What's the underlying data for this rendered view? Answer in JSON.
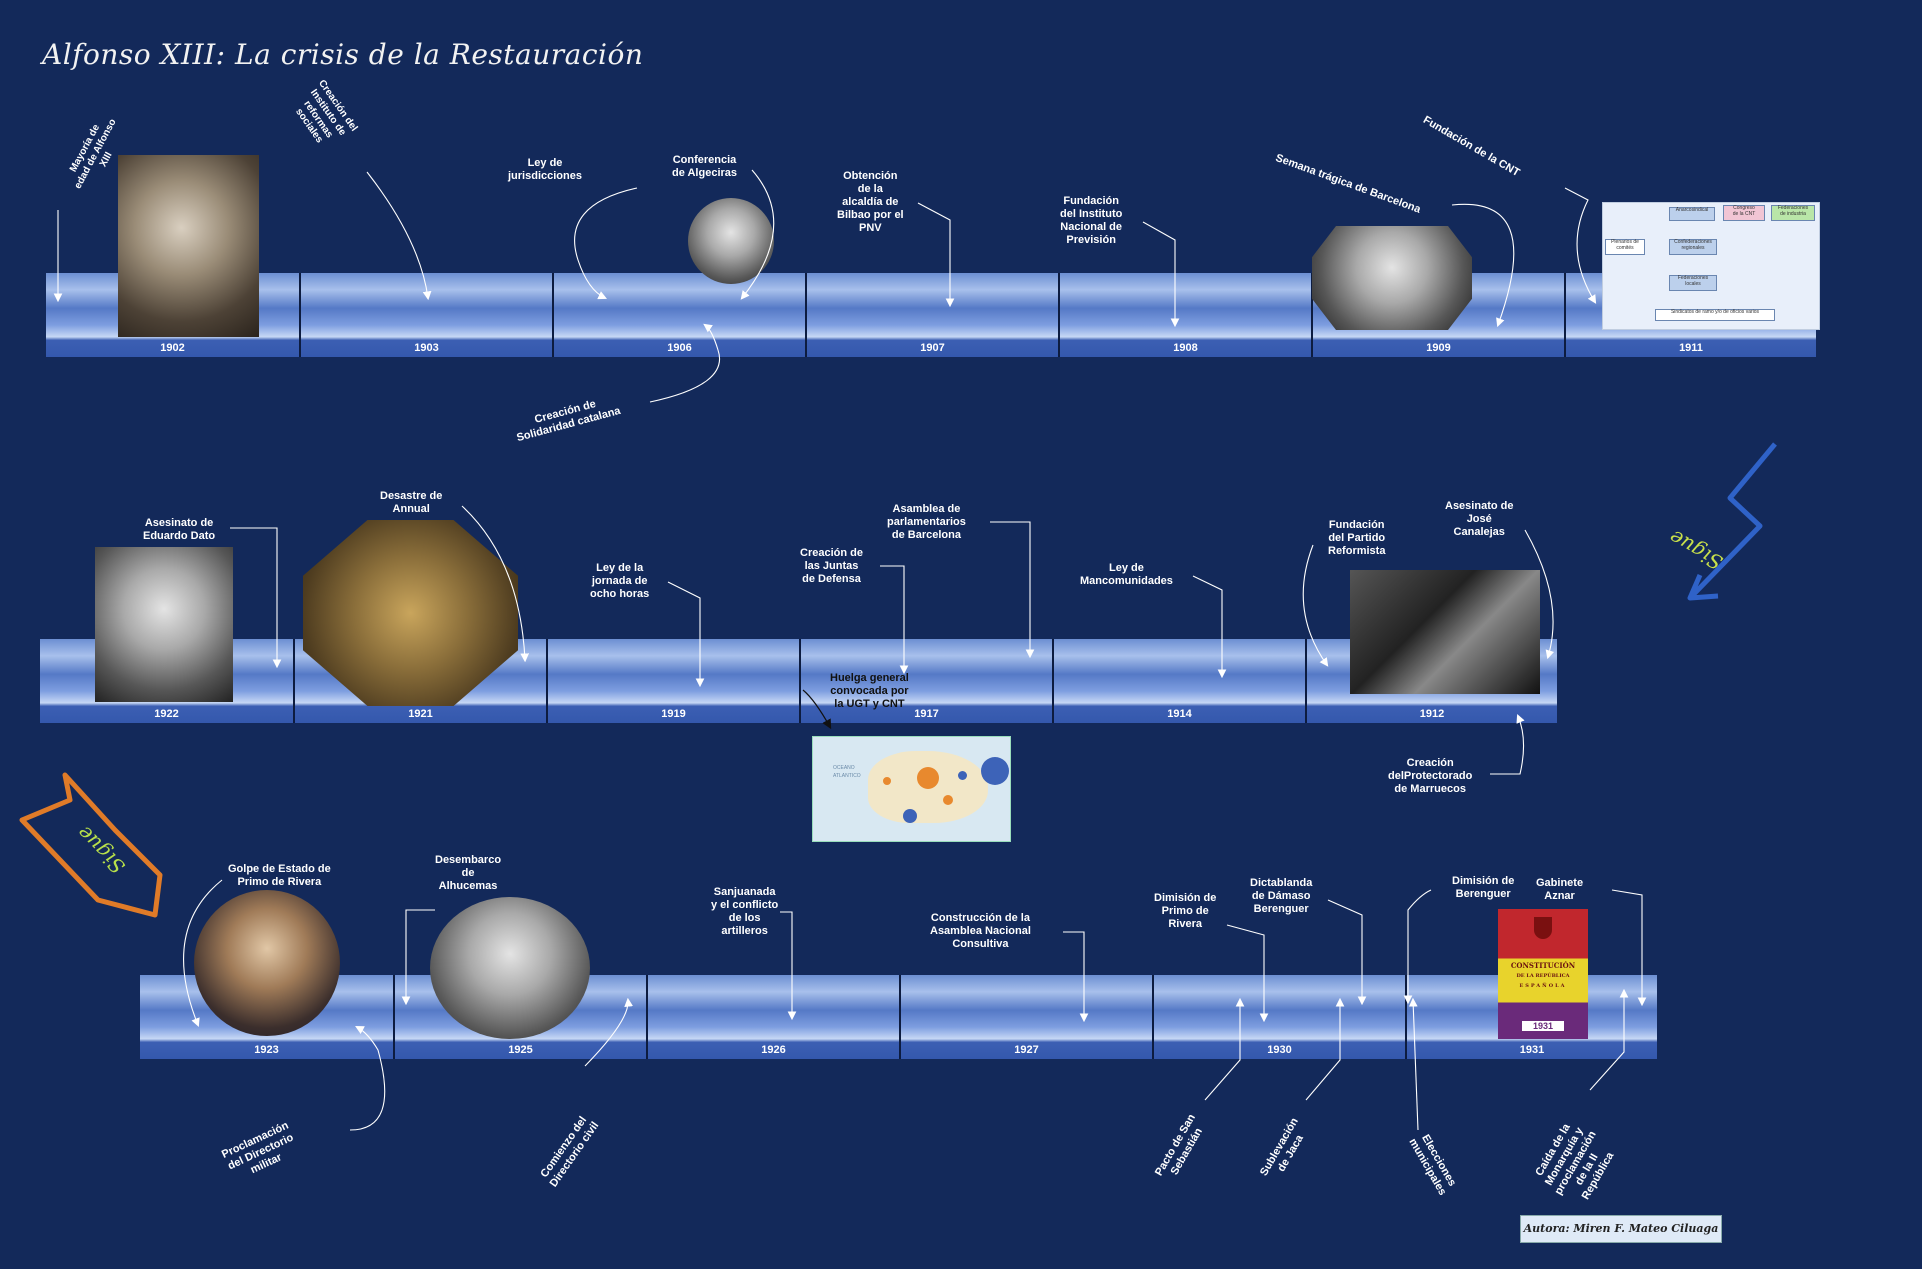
{
  "title": "Alfonso XIII: La crisis de la Restauración",
  "credit": "Autora: Miren F. Mateo Ciluaga",
  "sigue_label": "Sigue",
  "colors": {
    "background": "#13295a",
    "sigue_arrow_1": "#2f62c8",
    "sigue_text_1": "#c8e04a",
    "sigue_arrow_2": "#e07b28",
    "sigue_text_2": "#b8e04a"
  },
  "rows": [
    {
      "years": [
        "1902",
        "1903",
        "1906",
        "1907",
        "1908",
        "1909",
        "1911"
      ]
    },
    {
      "years": [
        "1922",
        "1921",
        "1919",
        "1917",
        "1914",
        "1912"
      ]
    },
    {
      "years": [
        "1923",
        "1925",
        "1926",
        "1927",
        "1930",
        "1931"
      ]
    }
  ],
  "events": {
    "mayoria": "Mayoría de\nedad de Alfonso\nXIII",
    "instituto_reformas": "Creación del\nInstituto de\nreformas\nsociales",
    "ley_jurisdicciones": "Ley de\njurisdicciones",
    "algeciras": "Conferencia\nde Algeciras",
    "bilbao": "Obtención\nde la\nalcaldía de\nBilbao por el\nPNV",
    "prevision": "Fundación\ndel Instituto\nNacional de\nPrevisión",
    "semana_tragica": "Semana trágica de Barcelona",
    "cnt": "Fundación de la CNT",
    "solidaridad": "Creación de\nSolidaridad catalana",
    "dato": "Asesinato de\nEduardo Dato",
    "annual": "Desastre de\nAnnual",
    "ocho_horas": "Ley de la\njornada de\nocho horas",
    "juntas": "Creación de\nlas Juntas\nde Defensa",
    "asamblea_parl": "Asamblea de\nparlamentarios\nde Barcelona",
    "huelga": "Huelga general\nconvocada por\nla UGT y CNT",
    "mancomunidades": "Ley de\nMancomunidades",
    "reformista": "Fundación\ndel Partido\nReformista",
    "canalejas": "Asesinato de\nJosé\nCanalejas",
    "protectorado": "Creación\ndelProtectorado\nde Marruecos",
    "golpe": "Golpe de Estado de\nPrimo de Rivera",
    "alhucemas": "Desembarco\nde\nAlhucemas",
    "sanjuanada": "Sanjuanada\ny el conflicto\nde los\nartilleros",
    "asamblea_nac": "Construcción de la\nAsamblea Nacional\nConsultiva",
    "dimision_primo": "Dimisión de\nPrimo de\nRivera",
    "dictablanda": "Dictablanda\nde Dámaso\nBerenguer",
    "dimision_berenguer": "Dimisión de\nBerenguer",
    "aznar": "Gabinete\nAznar",
    "directorio_militar": "Proclamación\ndel Directorio\nmilitar",
    "directorio_civil": "Comienzo del\nDirectorio civil",
    "san_sebastian": "Pacto de San\nSebastián",
    "jaca": "Sublevación\nde Jaca",
    "elecciones": "Elecciones\nmunicipales",
    "republica": "Caída de la\nMonarquía y\nproclamación\nde la II\nRepública"
  },
  "cnt_chart": {
    "anarcosindical": "Anarcosindical",
    "congreso": "Congreso\nde la CNT",
    "federaciones_industria": "Federaciones\nde industria",
    "plenarios": "Plenarios de\ncomités",
    "confederaciones": "Confederaciones\nregionales",
    "federaciones_locales": "Federaciones\nlocales",
    "sindicatos": "Sindicatos de ramo y/o de oficios varios"
  },
  "map": {
    "sea1": "OCEANO",
    "sea2": "ATLANTICO"
  },
  "constitution": {
    "line1": "CONSTITUCIÓN",
    "line2": "DE LA REPÚBLICA",
    "line3": "ESPAÑOLA",
    "year": "1931"
  }
}
